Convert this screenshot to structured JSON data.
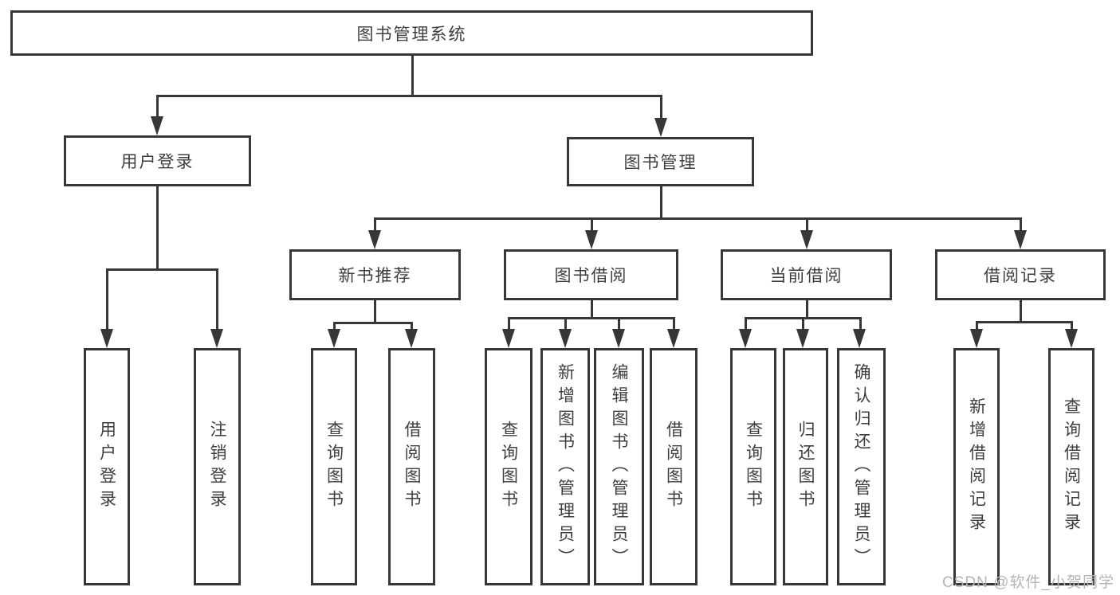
{
  "colors": {
    "line": "#373737",
    "text": "#3e3e3e",
    "background": "#ffffff",
    "watermark_text": "#b5b5b5"
  },
  "watermark": {
    "text": "CSDN @软件_小贺同学"
  },
  "tree": {
    "root": {
      "label": "图书管理系统",
      "children": [
        {
          "label": "用户登录",
          "children": [
            {
              "label": "用户登录"
            },
            {
              "label": "注销登录"
            }
          ]
        },
        {
          "label": "图书管理",
          "children": [
            {
              "label": "新书推荐",
              "children": [
                {
                  "label": "查询图书"
                },
                {
                  "label": "借阅图书"
                }
              ]
            },
            {
              "label": "图书借阅",
              "children": [
                {
                  "label": "查询图书"
                },
                {
                  "label": "新增图书（管理员）"
                },
                {
                  "label": "编辑图书（管理员）"
                },
                {
                  "label": "借阅图书"
                }
              ]
            },
            {
              "label": "当前借阅",
              "children": [
                {
                  "label": "查询图书"
                },
                {
                  "label": "归还图书"
                },
                {
                  "label": "确认归还（管理员）"
                }
              ]
            },
            {
              "label": "借阅记录",
              "children": [
                {
                  "label": "新增借阅记录"
                },
                {
                  "label": "查询借阅记录"
                }
              ]
            }
          ]
        }
      ]
    }
  }
}
